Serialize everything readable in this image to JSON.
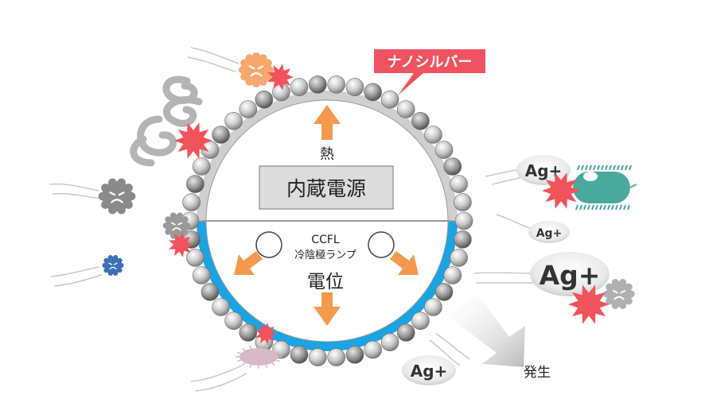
{
  "labels": {
    "nanosilver": "ナノシルバー",
    "heat": "熱",
    "power_supply": "内蔵電源",
    "ccfl": "CCFL",
    "ccfl_full": "冷陰極ランプ",
    "potential": "電位",
    "generation": "発生"
  },
  "ions": [
    "Ag+",
    "Ag+",
    "Ag+",
    "Ag+"
  ],
  "colors": {
    "accent_red": "#f0535c",
    "arrow_orange": "#f5994e",
    "blue_band": "#1ba4e3",
    "teal_germ": "#4aa99d",
    "gray_ball": "#a9a9a9"
  }
}
